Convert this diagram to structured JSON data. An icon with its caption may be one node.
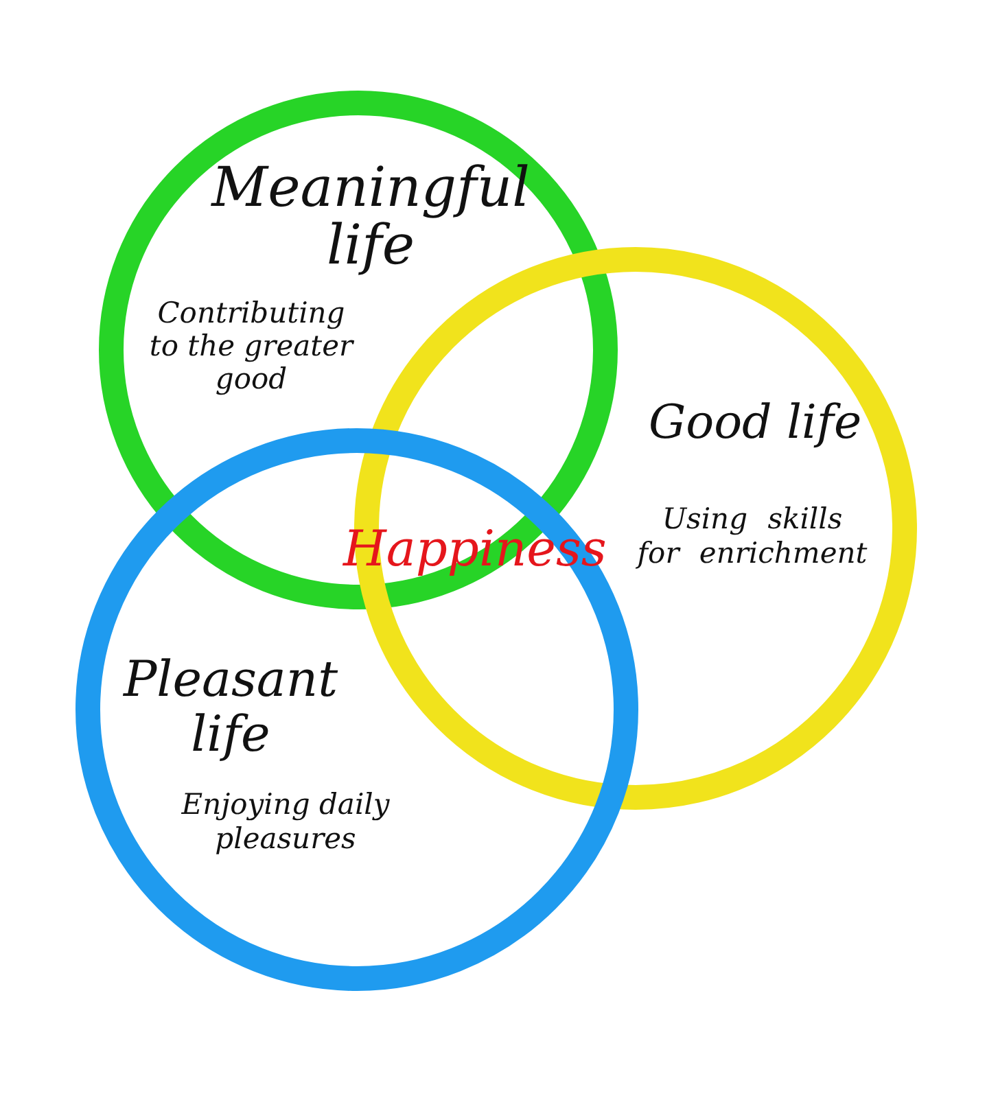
{
  "diagram": {
    "nodes": [
      {
        "text": [
          "Meaningful life",
          "Contributing to the greater good"
        ]
      },
      {
        "text": [
          "Good life",
          "Using skills for enrichment"
        ]
      },
      {
        "text": [
          "Pleasant life",
          "Enjoying daily pleasures"
        ]
      }
    ],
    "labels": [
      "Happiness"
    ]
  }
}
